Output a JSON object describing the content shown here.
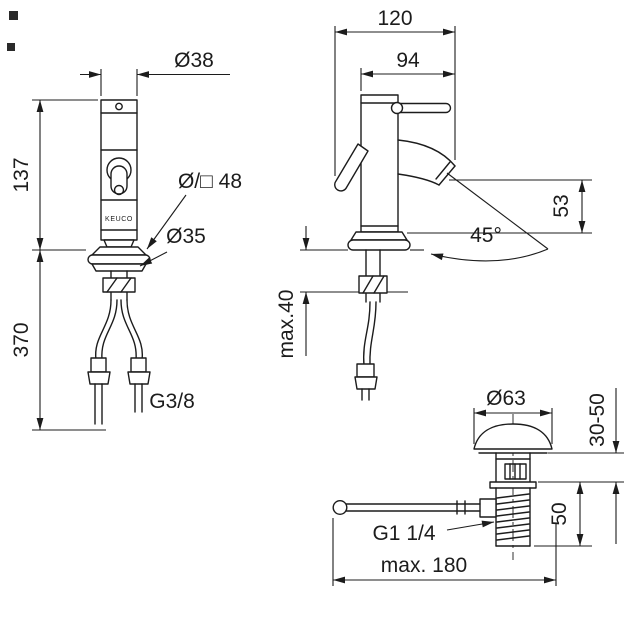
{
  "page": {
    "background": "#ffffff",
    "line_color": "#1c1c1c"
  },
  "views": {
    "front": {
      "brand": "KEUCO",
      "dims": {
        "spout_diameter": "Ø38",
        "height_above_deck": "137",
        "escutcheon": "Ø/□ 48",
        "hole_diameter": "Ø35",
        "hose_length": "370",
        "hose_thread": "G3/8"
      }
    },
    "side": {
      "dims": {
        "total_depth": "120",
        "spout_reach": "94",
        "outlet_height": "53",
        "outlet_angle": "45°",
        "deck_thickness": "max.40"
      }
    },
    "drain": {
      "dims": {
        "cap_diameter": "Ø63",
        "deck_range": "30-50",
        "tail_length": "50",
        "drain_thread": "G1 1/4",
        "rod_reach": "max. 180"
      }
    }
  }
}
